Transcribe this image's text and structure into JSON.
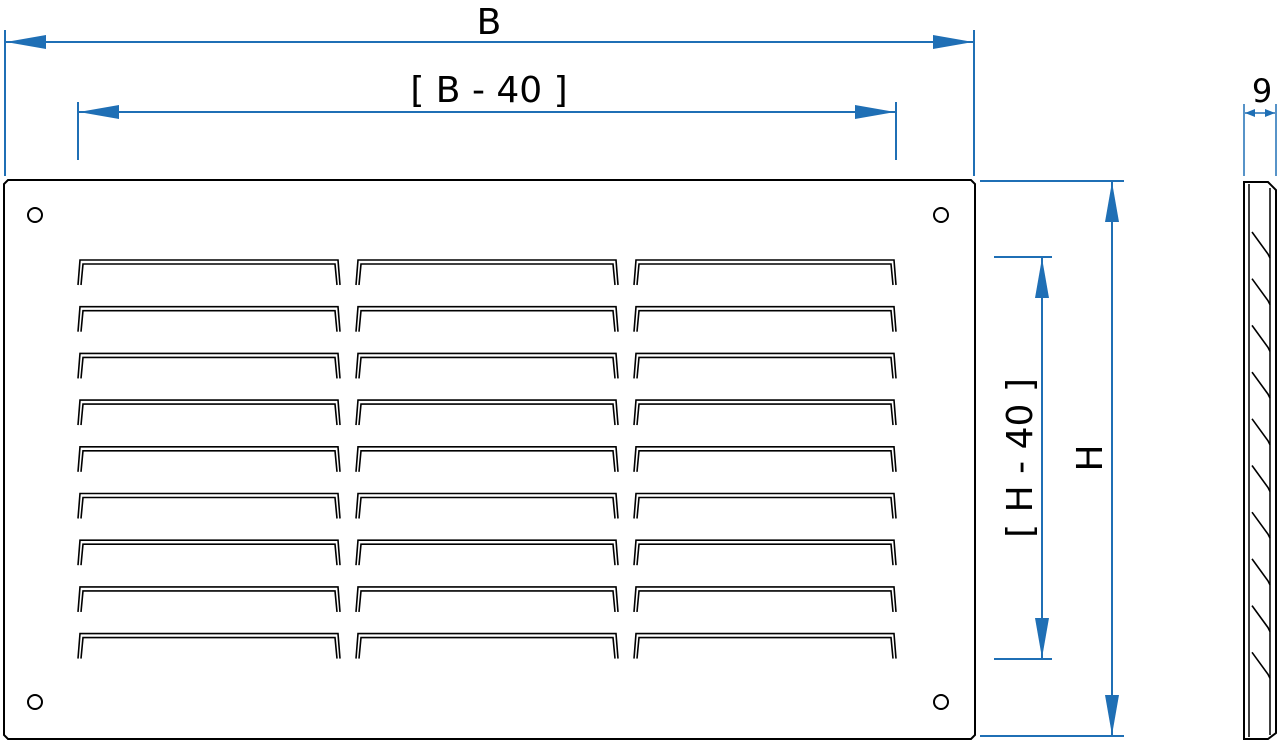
{
  "colors": {
    "outline": "#000000",
    "dimension": "#1f6fb5",
    "background": "#ffffff"
  },
  "dimensions": {
    "overall_width": "B",
    "inner_width": "[ B - 40 ]",
    "overall_height": "H",
    "inner_height": "[ H - 40 ]",
    "depth": "9"
  },
  "grille": {
    "louver_columns": 3,
    "louver_rows": 9,
    "mounting_holes": 4
  }
}
